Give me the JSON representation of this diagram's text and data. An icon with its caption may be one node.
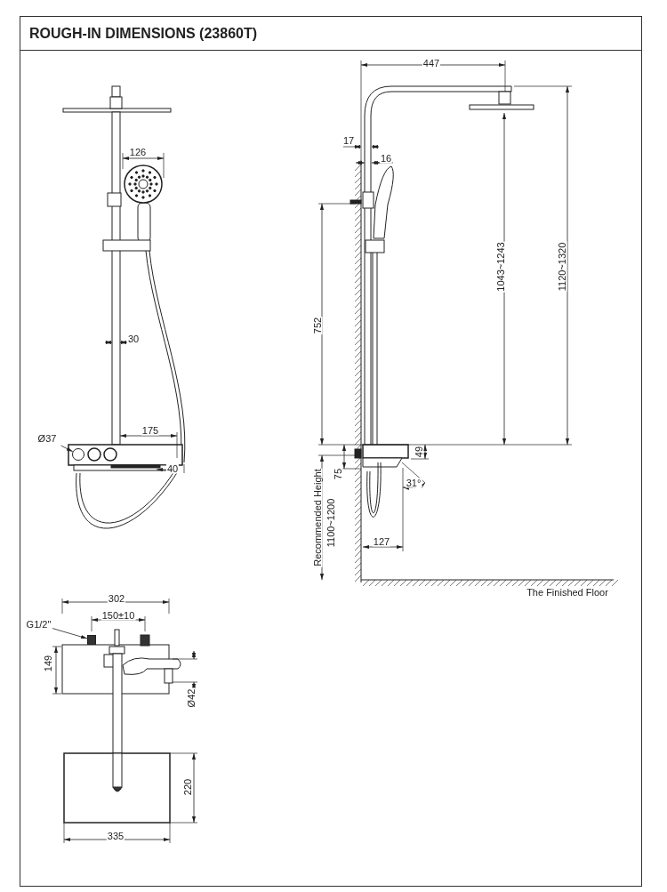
{
  "diagram": {
    "title": "ROUGH-IN DIMENSIONS (23860T)",
    "nodes": [
      {
        "text": [
          "Ø37"
        ]
      },
      {
        "text": [],
        "shape": "circle"
      },
      {
        "text": [
          "G1/2\""
        ]
      },
      {
        "text": [],
        "shape": "box"
      }
    ],
    "edges": [
      {
        "from": 0,
        "to": 1,
        "arrow": "to"
      },
      {
        "from": 2,
        "to": 3,
        "arrow": "to"
      }
    ],
    "labels": [
      "126",
      "30",
      "175",
      "40",
      "447",
      "17",
      "16",
      "1043~1243",
      "1120~1320",
      "752",
      "49",
      "75",
      "31°",
      "Recommended Height",
      "1100~1200",
      "127",
      "The Finished Floor",
      "302",
      "150±10",
      "149",
      "Ø42",
      "220",
      "335"
    ]
  }
}
